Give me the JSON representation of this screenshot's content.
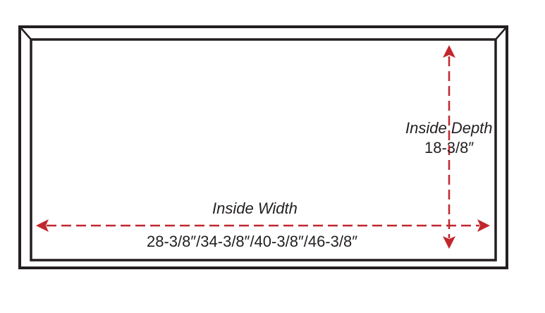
{
  "diagram": {
    "width_label": "Inside Width",
    "width_values": "28-3/8″/34-3/8″/40-3/8″/46-3/8″",
    "depth_label": "Inside Depth",
    "depth_value": "18-3/8″"
  },
  "colors": {
    "frame": "#231f20",
    "dimension_arrow": "#c1272d",
    "background": "#ffffff"
  }
}
